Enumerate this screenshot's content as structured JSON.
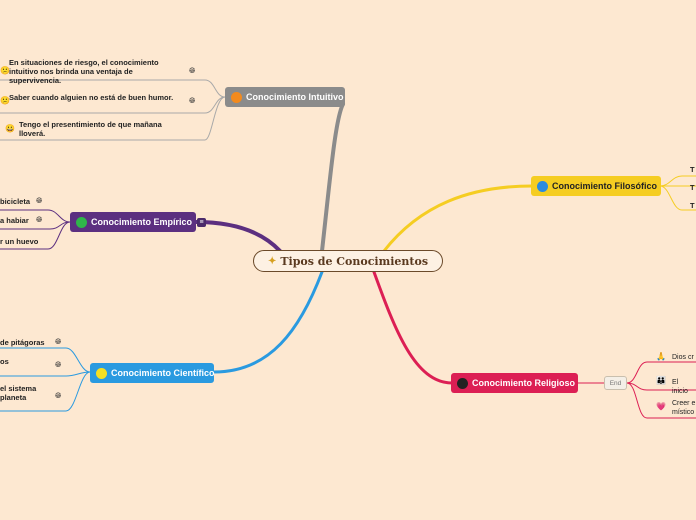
{
  "central": {
    "label": "Tipos de Conocimientos",
    "icon": "sparkle-icon"
  },
  "colors": {
    "background": "#fde8d1",
    "intuitivo": "#8b8b8b",
    "empirico": "#5c2f80",
    "cientifico": "#2a9ae0",
    "filosofico": "#f5cd22",
    "religioso": "#dc1f54"
  },
  "topics": {
    "intuitivo": {
      "label": "Conocimiento Intuitivo",
      "children": [
        "En situaciones de riesgo, el conocimiento intuitivo nos brinda una ventaja de supervivencia.",
        "Saber cuando alguien no está de buen humor.",
        "Tengo el presentimiento de que mañana lloverá."
      ]
    },
    "empirico": {
      "label": "Conocimiento Empírico",
      "children": [
        "bicicleta",
        "a habiar",
        "r un huevo"
      ]
    },
    "cientifico": {
      "label": "Conocimiento Científico",
      "children": [
        "de pitágoras",
        "os",
        "el sistema planeta"
      ]
    },
    "filosofico": {
      "label": "Conocimiento Filosófico",
      "children": [
        "T",
        "T",
        "T"
      ]
    },
    "religioso": {
      "label": "Conocimiento Religioso",
      "end_label": "End",
      "children": [
        "Dios cr",
        "El inicio",
        "Creer e místico"
      ]
    }
  }
}
